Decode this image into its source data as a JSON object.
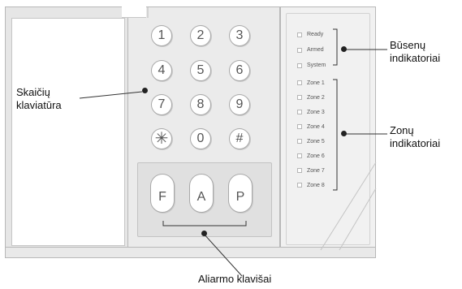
{
  "keypad": {
    "number_keys": [
      "1",
      "2",
      "3",
      "4",
      "5",
      "6",
      "7",
      "8",
      "9",
      "✳",
      "0",
      "#"
    ],
    "alarm_keys": [
      "F",
      "A",
      "P"
    ],
    "status_leds": [
      "Ready",
      "Armed",
      "System"
    ],
    "zone_leds": [
      "Zone 1",
      "Zone 2",
      "Zone 3",
      "Zone 4",
      "Zone 5",
      "Zone 6",
      "Zone 7",
      "Zone 8"
    ]
  },
  "annotations": {
    "keyboard_line1": "Skaičių",
    "keyboard_line2": "klaviatūra",
    "status_line1": "Būsenų",
    "status_line2": "indikatoriai",
    "zones_line1": "Zonų",
    "zones_line2": "indikatoriai",
    "alarm_keys": "Aliarmo klavišai"
  },
  "colors": {
    "line": "#333333",
    "key_border": "#a9a9a9",
    "panel": "#ebebeb"
  }
}
